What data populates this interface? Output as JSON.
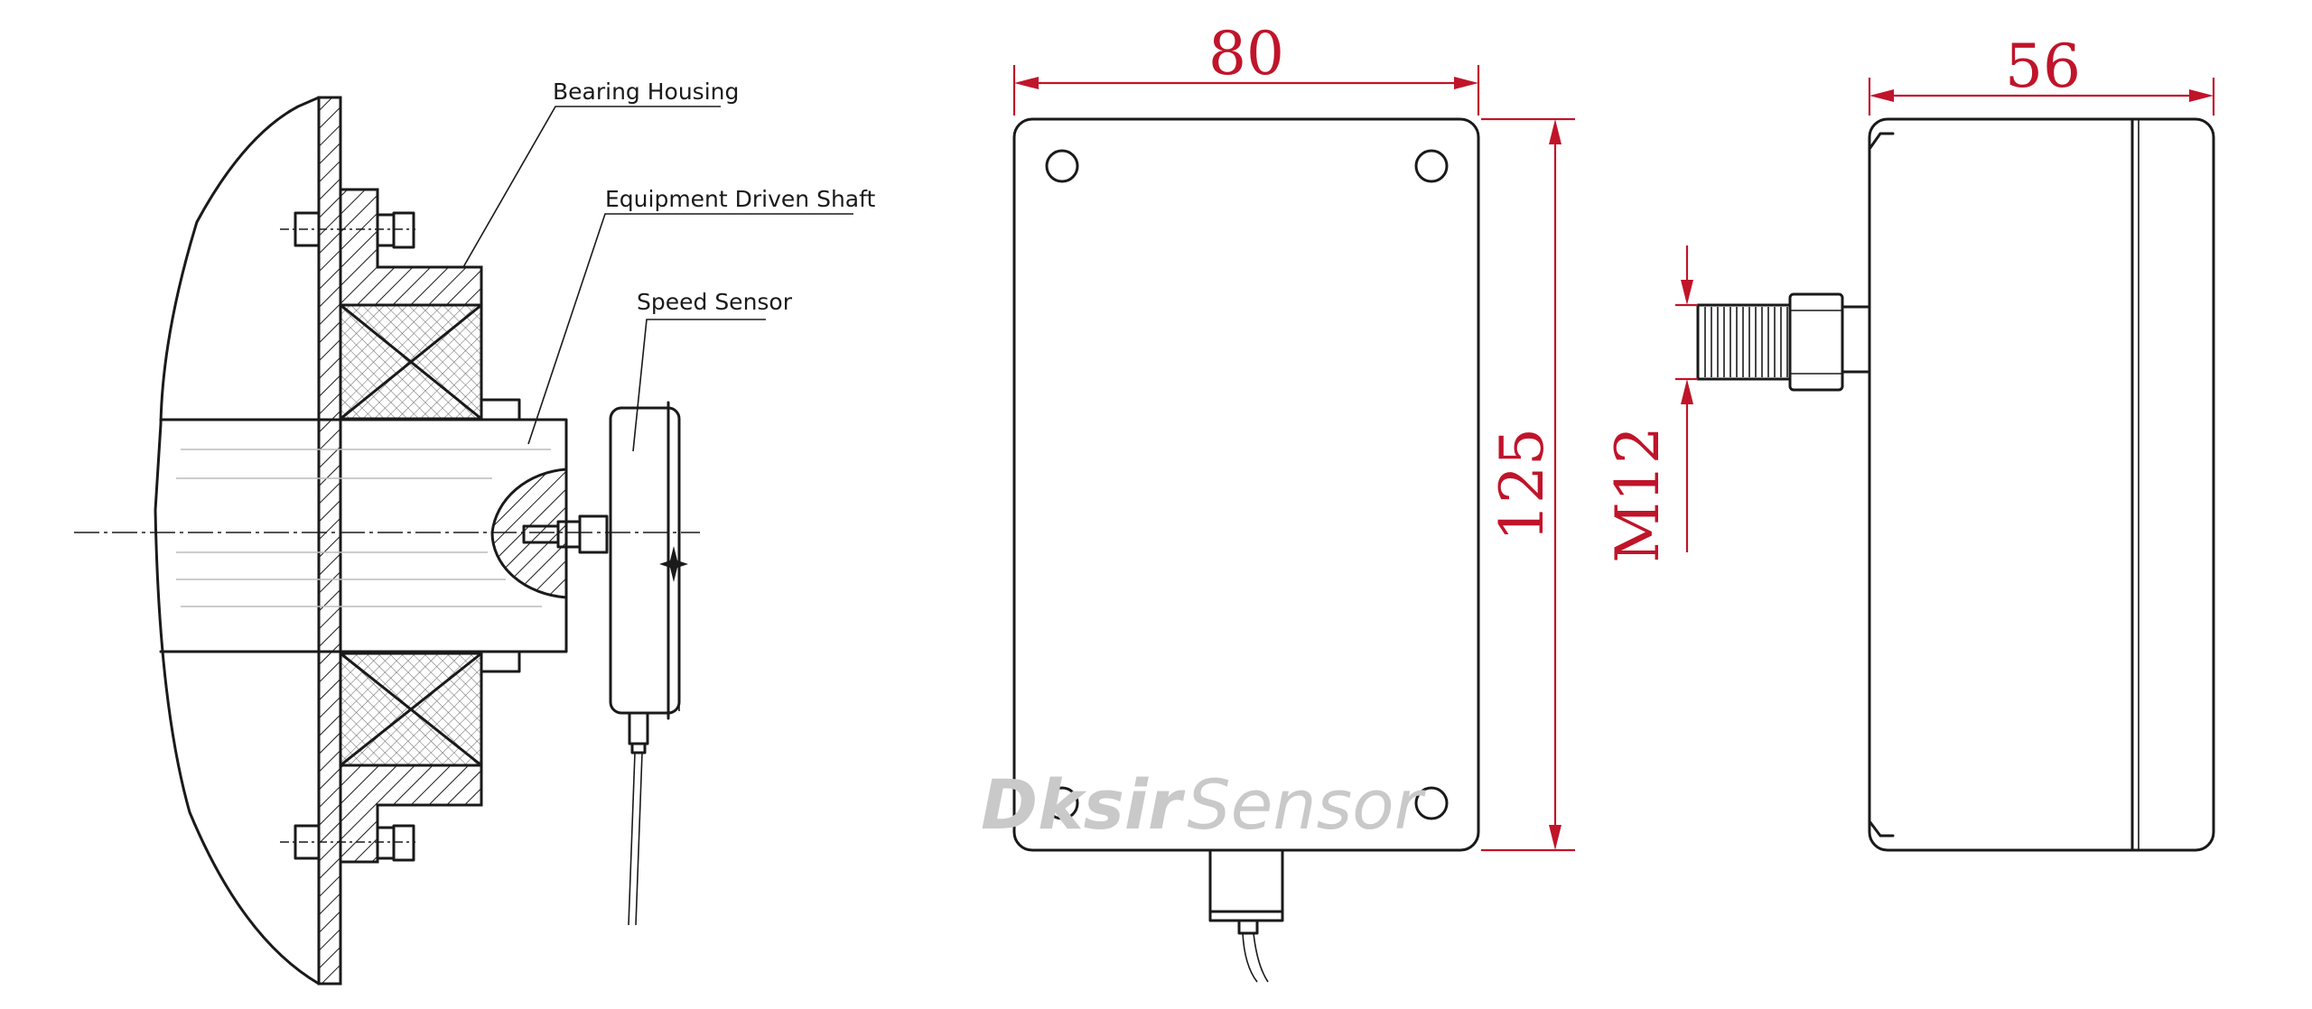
{
  "labels": {
    "bearing_housing": "Bearing Housing",
    "driven_shaft": "Equipment Driven Shaft",
    "speed_sensor": "Speed Sensor"
  },
  "dimensions": {
    "width": "80",
    "height": "125",
    "depth": "56",
    "thread": "M12"
  },
  "watermark": {
    "brand_bold": "Dksir",
    "brand_light": "Sensor"
  },
  "colors": {
    "dimension": "#c0142a",
    "line": "#1a1a1a",
    "watermark": "#c9c9c9"
  }
}
